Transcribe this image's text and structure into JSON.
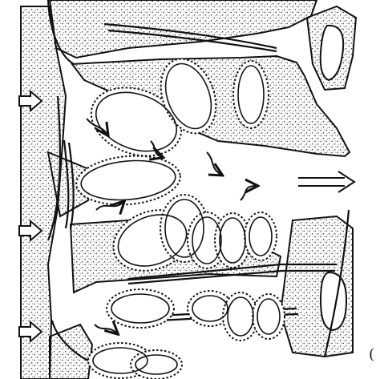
{
  "figure": {
    "kind": "line-drawing",
    "background_color": "#ffffff",
    "ink_color": "#111111",
    "stipple_color": "#2a2a2a",
    "inflow_arrow_count": 3,
    "outflow_arrow_count": 1,
    "internal_flow_arrow_count": 6,
    "glandular_lobe_count": 15,
    "marker_glyph": "("
  }
}
